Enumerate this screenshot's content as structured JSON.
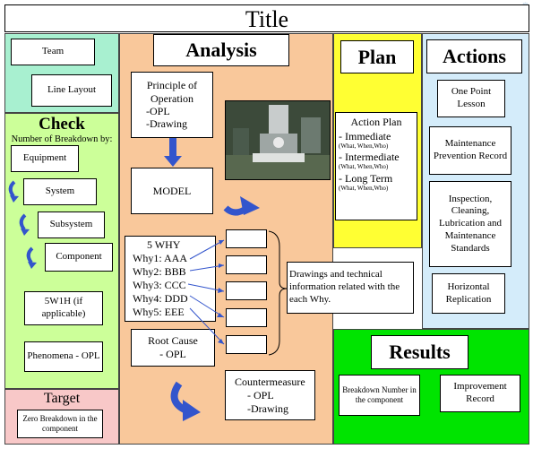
{
  "title": "Title",
  "team": {
    "team": "Team",
    "line_layout": "Line Layout"
  },
  "check": {
    "heading": "Check",
    "subheading": "Number of Breakdown by:",
    "equipment": "Equipment",
    "system": "System",
    "subsystem": "Subsystem",
    "component": "Component",
    "w5h1": "5W1H (if applicable)",
    "phenomena": "Phenomena - OPL"
  },
  "target": {
    "heading": "Target",
    "box": "Zero Breakdown in the component"
  },
  "analysis": {
    "heading": "Analysis",
    "principle": [
      "Principle of",
      "Operation",
      "-OPL",
      "-Drawing"
    ],
    "model": "MODEL",
    "why_heading": "5 WHY",
    "whys": [
      "Why1: AAA",
      "Why2: BBB",
      "Why3: CCC",
      "Why4: DDD",
      "Why5: EEE"
    ],
    "root_cause": [
      "Root Cause",
      "- OPL"
    ],
    "drawings_note": "Drawings and technical information related with the each Why.",
    "countermeasure": [
      "Countermeasure",
      "- OPL",
      "-Drawing"
    ]
  },
  "plan": {
    "heading": "Plan",
    "action_plan": "Action Plan",
    "items": [
      {
        "label": "- Immediate",
        "sub": "(What, When,Who)"
      },
      {
        "label": "- Intermediate",
        "sub": "(What, When,Who)"
      },
      {
        "label": "- Long Term",
        "sub": "(What, When,Who)"
      }
    ]
  },
  "actions": {
    "heading": "Actions",
    "items": [
      "One Point Lesson",
      "Maintenance Prevention Record",
      "Inspection, Cleaning, Lubrication and Maintenance Standards",
      "Horizontal Replication"
    ]
  },
  "results": {
    "heading": "Results",
    "breakdown": "Breakdown Number in the component",
    "improvement": "Improvement Record"
  },
  "colors": {
    "team_bg": "#a8f0d0",
    "check_bg": "#ccff99",
    "target_bg": "#f8c8c8",
    "analysis_bg": "#f9c89b",
    "plan_bg": "#ffff33",
    "actions_bg": "#d4ecfa",
    "results_bg": "#00e400",
    "arrow": "#3355cc"
  }
}
